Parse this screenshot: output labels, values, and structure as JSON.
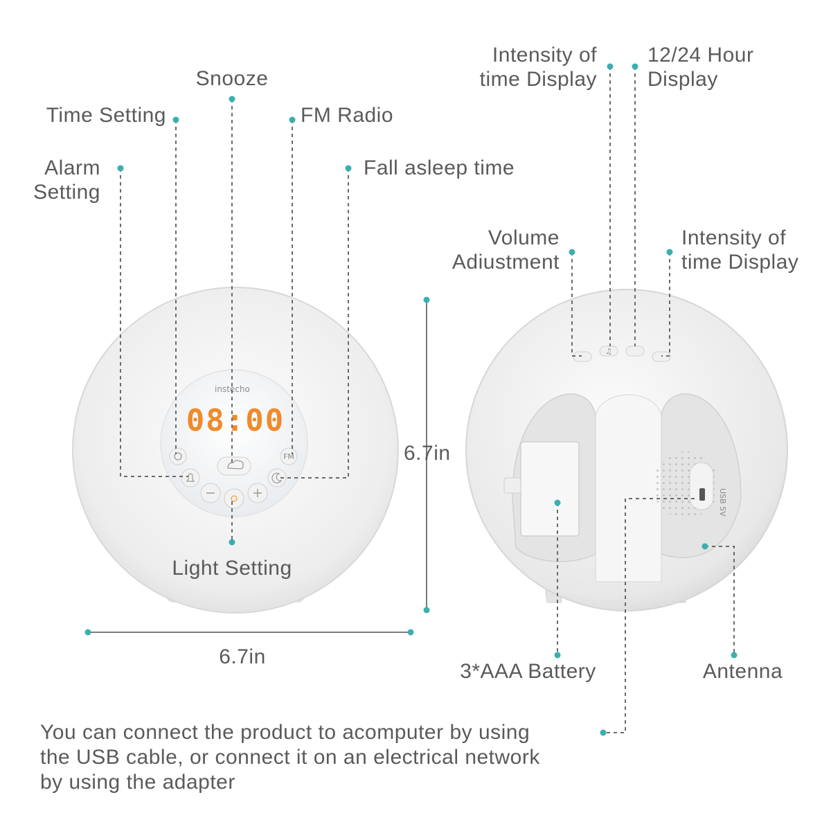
{
  "labels": {
    "time_setting": "Time Setting",
    "snooze": "Snooze",
    "fm_radio": "FM Radio",
    "alarm_setting": "Alarm\nSetting",
    "fall_asleep": "Fall asleep time",
    "light_setting": "Light Setting",
    "width": "6.7in",
    "height": "6.7in",
    "intensity_top": "Intensity of\ntime Display",
    "hour_display": "12/24 Hour\nDisplay",
    "volume": "Volume\nAdiustment",
    "intensity_right": "Intensity of\ntime Display",
    "battery": "3*AAA Battery",
    "antenna": "Antenna",
    "usb_note": "You can connect the product to acomputer by using\nthe USB cable, or connect it on an electrical network\nby using the adapter"
  },
  "device_front": {
    "brand": "instecho",
    "time": "08:00",
    "fm_button": "FM"
  },
  "device_back": {
    "usb_port_label": "USB 5V"
  },
  "colors": {
    "accent_dot": "#3aafb0",
    "leader_line": "#666666",
    "display_digits": "#f08a2a"
  }
}
